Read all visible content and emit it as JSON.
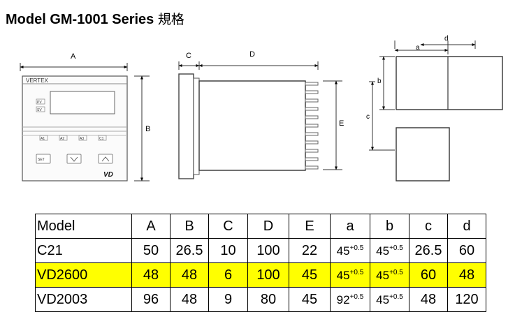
{
  "title": {
    "model": "Model GM-1001 Series",
    "cjk": "規格"
  },
  "front_panel": {
    "brand": "VERTEX",
    "pv_label": "PV",
    "sv_label": "SV",
    "alarm_keys": [
      "A1",
      "A2",
      "A3",
      "C1"
    ],
    "set_key": "SET",
    "logo": "VD"
  },
  "dimension_labels": {
    "A": "A",
    "B": "B",
    "C": "C",
    "D": "D",
    "E": "E",
    "a": "a",
    "b": "b",
    "c": "c",
    "d": "d"
  },
  "table": {
    "headers": [
      "Model",
      "A",
      "B",
      "C",
      "D",
      "E",
      "a",
      "b",
      "c",
      "d"
    ],
    "highlight_color": "#ffff00",
    "highlight_row": "VD2600",
    "rows": [
      {
        "model": "C21",
        "A": "50",
        "B": "26.5",
        "C": "10",
        "D": "100",
        "E": "22",
        "a": "45",
        "a_tol": "+0.5",
        "b": "45",
        "b_tol": "+0.5",
        "c": "26.5",
        "d": "60"
      },
      {
        "model": "VD2600",
        "A": "48",
        "B": "48",
        "C": "6",
        "D": "100",
        "E": "45",
        "a": "45",
        "a_tol": "+0.5",
        "b": "45",
        "b_tol": "+0.5",
        "c": "60",
        "d": "48"
      },
      {
        "model": "VD2003",
        "A": "96",
        "B": "48",
        "C": "9",
        "D": "80",
        "E": "45",
        "a": "92",
        "a_tol": "+0.5",
        "b": "45",
        "b_tol": "+0.5",
        "c": "48",
        "d": "120"
      }
    ]
  }
}
